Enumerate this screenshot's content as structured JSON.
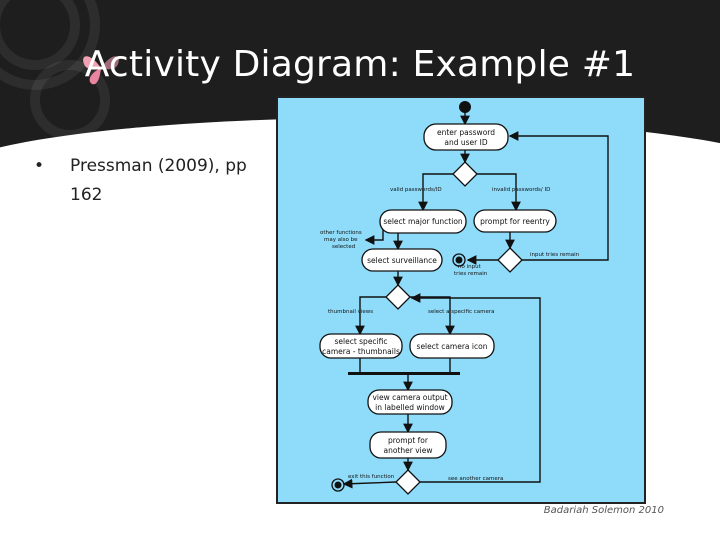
{
  "slide": {
    "title": "Activity Diagram: Example #1",
    "bullet": "Pressman (2009), pp 162",
    "credit": "Badariah Solemon 2010"
  },
  "diagram": {
    "activities": {
      "enter_password_l1": "enter password",
      "enter_password_l2": "and user ID",
      "select_major_function": "select major function",
      "prompt_reentry": "prompt for reentry",
      "select_surveillance": "select surveillance",
      "select_specific_l1": "select specific",
      "select_specific_l2": "camera - thumbnails",
      "select_camera_icon": "select camera icon",
      "view_output_l1": "view camera output",
      "view_output_l2": "in labelled window",
      "prompt_another_l1": "prompt for",
      "prompt_another_l2": "another view"
    },
    "guards": {
      "valid": "valid passwords/ID",
      "invalid": "invalid passwords/ ID",
      "other_functions_l1": "other functions",
      "other_functions_l2": "may also be",
      "other_functions_l3": "selected",
      "input_tries": "input tries remain",
      "no_input_l1": "no input",
      "no_input_l2": "tries remain",
      "thumbnail_views": "thumbnail views",
      "select_specific_camera": "select a specific camera",
      "exit_function": "exit this function",
      "see_another": "see another camera"
    }
  }
}
